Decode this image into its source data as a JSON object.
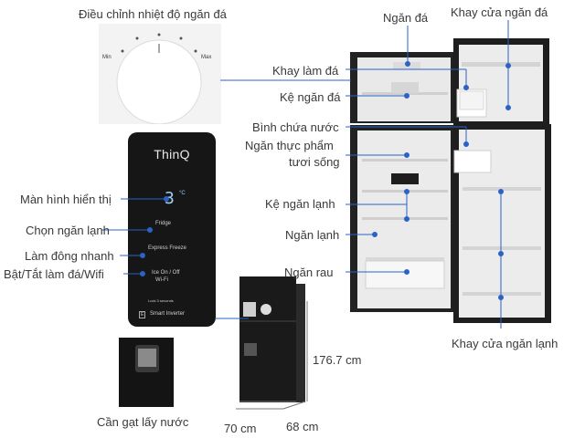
{
  "labels": {
    "dial_title": "Điều chỉnh nhiệt độ ngăn đá",
    "freezer": "Ngăn đá",
    "freezer_door_tray": "Khay cửa ngăn đá",
    "ice_tray": "Khay làm đá",
    "freezer_shelf": "Kệ ngăn đá",
    "water_tank": "Bình chứa nước",
    "fresh_food_1": "Ngăn thực phẩm",
    "fresh_food_2": "tươi sống",
    "fridge_shelf": "Kệ ngăn lạnh",
    "fridge": "Ngăn lạnh",
    "vegetable": "Ngăn  rau",
    "fridge_door_tray": "Khay cửa ngăn lạnh",
    "display": "Màn hình hiển thị",
    "select_fridge": "Chọn ngăn lạnh",
    "express_freeze": "Làm đông nhanh",
    "ice_wifi": "Bật/Tắt làm đá/Wifi",
    "dispenser_lever": "Cần gạt lấy nước"
  },
  "dimensions": {
    "height": "176.7 cm",
    "width": "70 cm",
    "depth": "68 cm"
  },
  "dial": {
    "min": "Min",
    "max": "Max"
  },
  "panel": {
    "brand": "ThinQ",
    "digit": "3",
    "unit": "°C",
    "fridge": "Fridge",
    "express": "Express Freeze",
    "ice_off": "Ice On / Off",
    "wifi": "Wi-Fi",
    "lock": "Lock 3 seconds",
    "inverter": "Smart Inverter"
  },
  "colors": {
    "accent": "#2a62c8",
    "fridge_body": "#1c1c1e",
    "interior": "#ececec"
  }
}
